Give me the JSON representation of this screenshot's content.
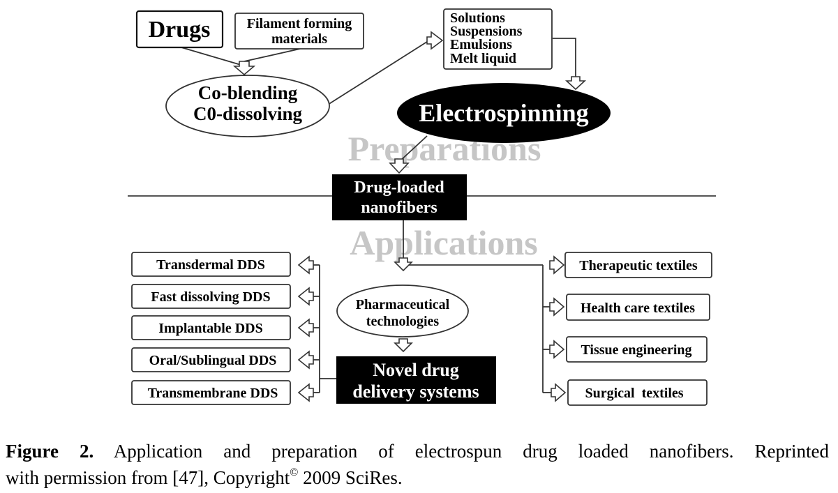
{
  "diagram": {
    "nodes": {
      "drugs": "Drugs",
      "filament_line1": "Filament forming",
      "filament_line2": "materials",
      "coblend_line1": "Co-blending",
      "coblend_line2": "C0-dissolving",
      "sol_1": "Solutions",
      "sol_2": "Suspensions",
      "sol_3": "Emulsions",
      "sol_4": "Melt liquid",
      "electrospinning": "Electrospinning",
      "preparations": "Preparations",
      "drugloaded_line1": "Drug-loaded",
      "drugloaded_line2": "nanofibers",
      "applications": "Applications",
      "left": [
        "Transdermal DDS",
        "Fast dissolving DDS",
        "Implantable DDS",
        "Oral/Sublingual DDS",
        "Transmembrane DDS"
      ],
      "pharma_line1": "Pharmaceutical",
      "pharma_line2": "technologies",
      "novel_line1": "Novel drug",
      "novel_line2": "delivery systems",
      "right": [
        "Therapeutic textiles",
        "Health care textiles",
        "Tissue engineering",
        "Surgical  textiles"
      ]
    },
    "colors": {
      "line": "#333333",
      "watermark": "#c6c6c6",
      "dark_fill": "#000000",
      "light_text": "#ffffff"
    }
  },
  "caption": {
    "label": "Figure 2.",
    "text_line1": " Application and preparation of electrospun drug loaded nanofibers. Reprinted",
    "text_line2a": "with permission from [47], Copyright",
    "copyright_symbol": "©",
    "text_line2b": " 2009 SciRes."
  }
}
